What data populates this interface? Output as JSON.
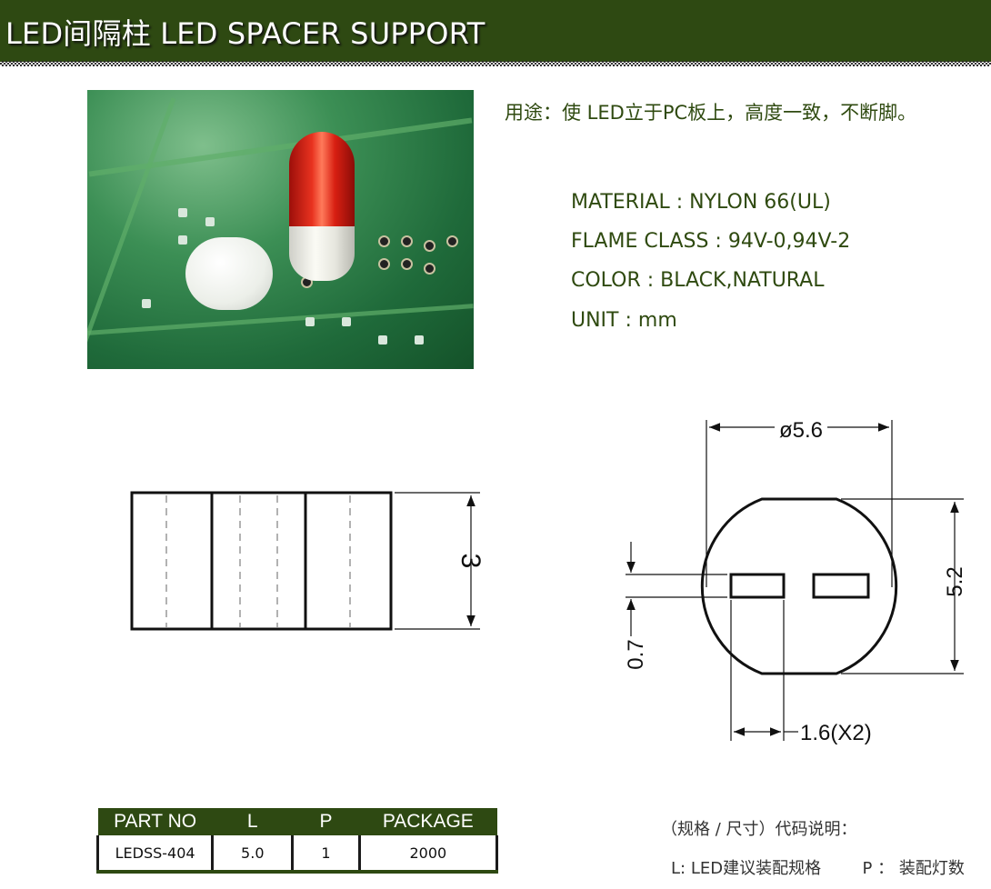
{
  "header": {
    "title": "LED间隔柱 LED SPACER SUPPORT"
  },
  "usage": "用途：使 LED立于PC板上，高度一致，不断脚。",
  "specs": [
    "MATERIAL  : NYLON 66(UL)",
    "FLAME CLASS  : 94V-0,94V-2",
    "COLOR  : BLACK,NATURAL",
    "UNIT : mm"
  ],
  "drawing": {
    "side_height": "3",
    "diameter": "ø5.6",
    "flat_height": "5.2",
    "slot_width": "0.7",
    "slot_length": "1.6(X2)"
  },
  "table": {
    "headers": [
      "PART NO",
      "L",
      "P",
      "PACKAGE"
    ],
    "rows": [
      [
        "LEDSS-404",
        "5.0",
        "1",
        "2000"
      ]
    ]
  },
  "legend": {
    "title": "（规格 / 尺寸）代码说明：",
    "l_desc": "L: LED建议装配规格",
    "p_desc": "P ： 装配灯数"
  },
  "colors": {
    "brand_green": "#2e4912",
    "text_green": "#2f4a10"
  }
}
